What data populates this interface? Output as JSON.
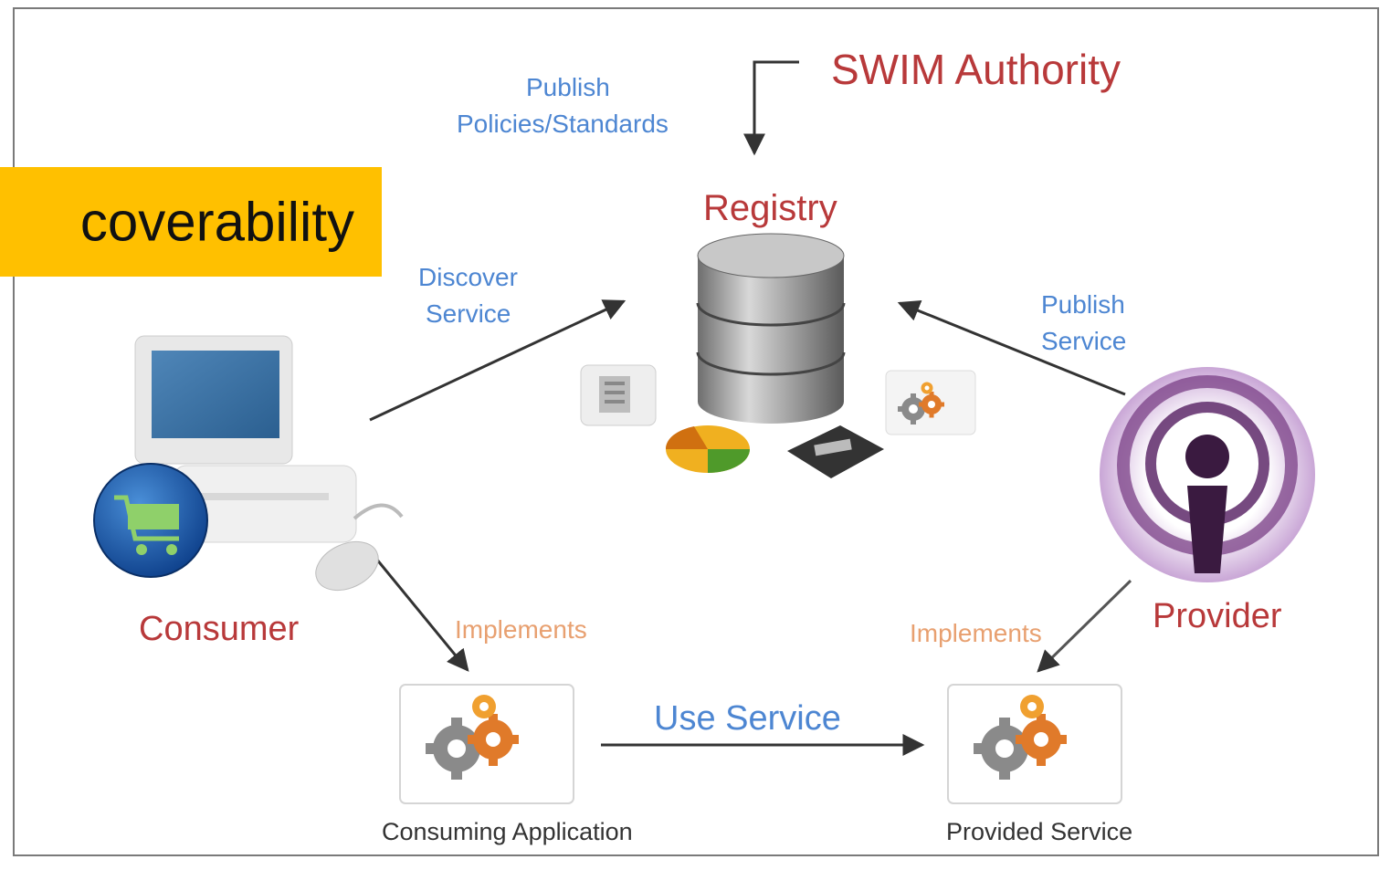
{
  "banner": {
    "text": "coverability",
    "color": "#ffc000"
  },
  "labels": {
    "swim_authority": "SWIM Authority",
    "publish_policies_line1": "Publish",
    "publish_policies_line2": "Policies/Standards",
    "registry": "Registry",
    "discover_line1": "Discover",
    "discover_line2": "Service",
    "publish_service_line1": "Publish",
    "publish_service_line2": "Service",
    "consumer": "Consumer",
    "provider": "Provider",
    "implements_left": "Implements",
    "implements_right": "Implements",
    "use_service": "Use Service",
    "consuming_application": "Consuming Application",
    "provided_service": "Provided Service"
  },
  "colors": {
    "actor": "#b8393a",
    "action": "#4d86d2",
    "implements": "#e8a070",
    "caption": "#333333"
  },
  "icons": [
    "database-icon",
    "computer-icon",
    "shopping-cart-icon",
    "mouse-icon",
    "broadcast-icon",
    "gears-icon",
    "document-icon",
    "pie-chart-icon",
    "keyboard-icon"
  ]
}
